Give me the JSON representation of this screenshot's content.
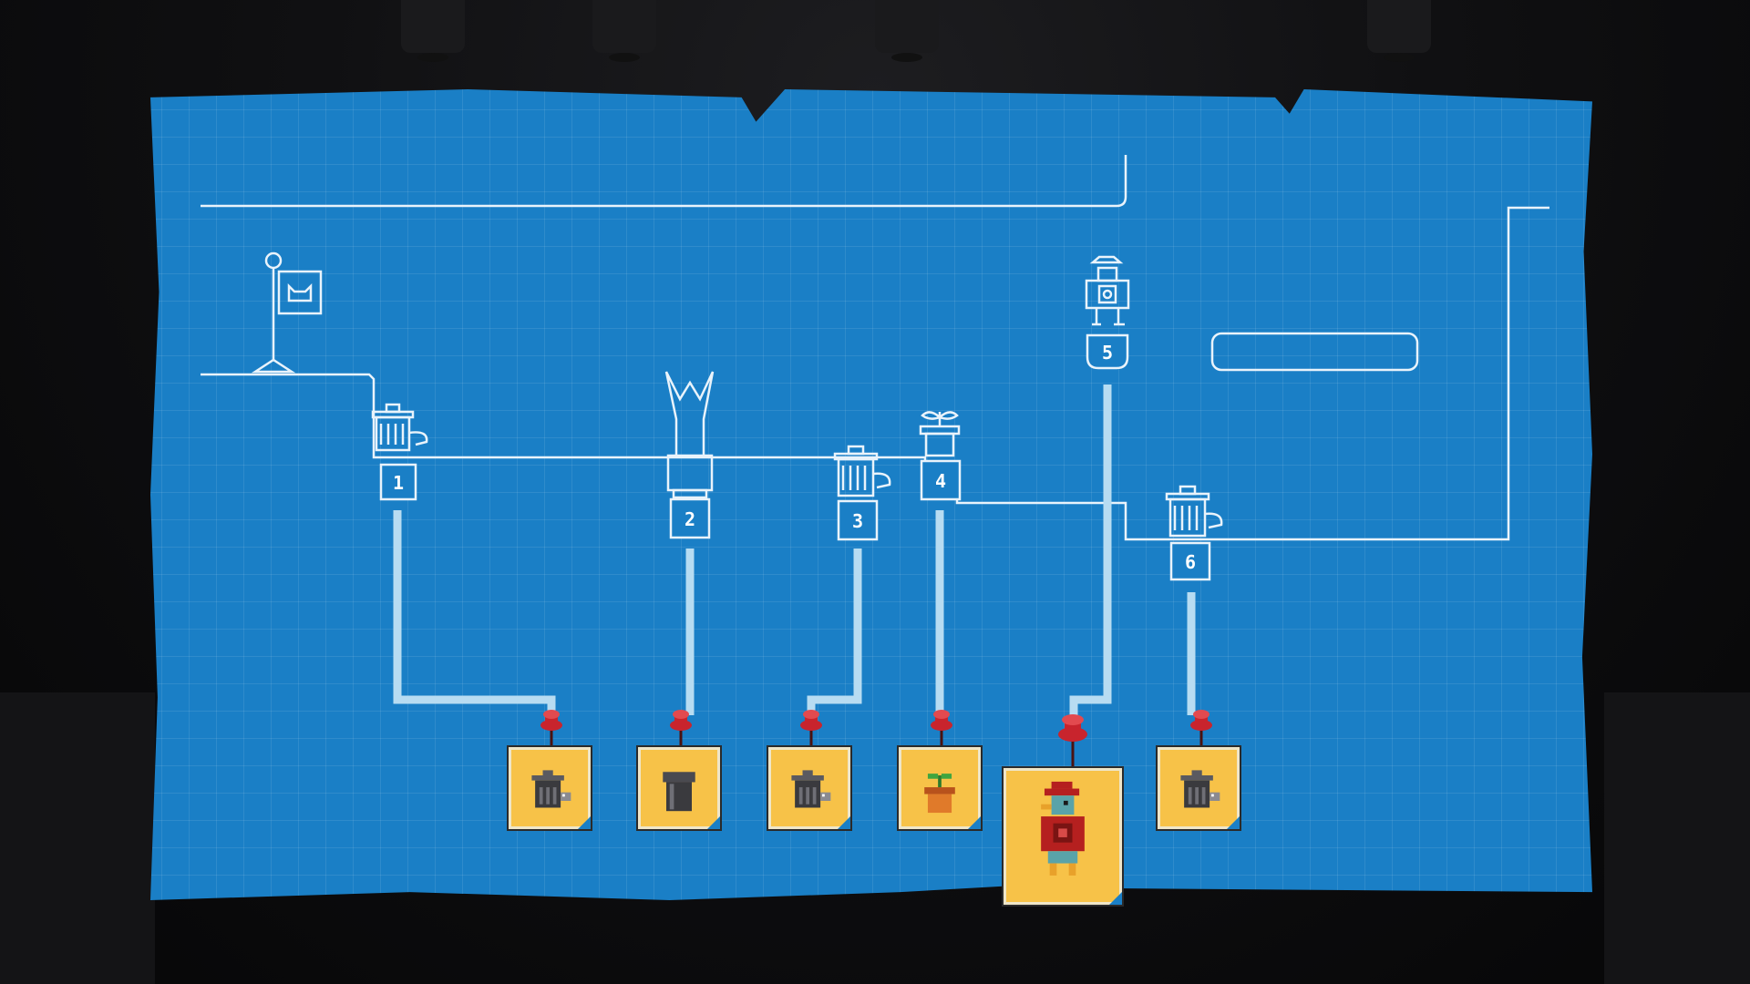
{
  "screen": "level-map-blueprint",
  "colors": {
    "blueprint": "#1a7fc6",
    "line": "#e9f3fb",
    "card": "#f7c248",
    "pin": "#c8242d",
    "background": "#0b0b0c"
  },
  "levels": [
    {
      "label": "1",
      "icon": "trash-can-raccoon-icon",
      "card_icon": "trash-can-raccoon-icon"
    },
    {
      "label": "2",
      "icon": "pipe-claw-icon",
      "card_icon": "pipe-icon"
    },
    {
      "label": "3",
      "icon": "trash-can-raccoon-icon",
      "card_icon": "trash-can-raccoon-icon"
    },
    {
      "label": "4",
      "icon": "flower-pot-icon",
      "card_icon": "flower-pot-icon"
    },
    {
      "label": "5",
      "icon": "duck-character-icon",
      "card_icon": "duck-character-icon",
      "selected": true
    },
    {
      "label": "6",
      "icon": "trash-can-raccoon-icon",
      "card_icon": "trash-can-raccoon-icon"
    }
  ],
  "start_flag_icon": "cat-flag-icon"
}
